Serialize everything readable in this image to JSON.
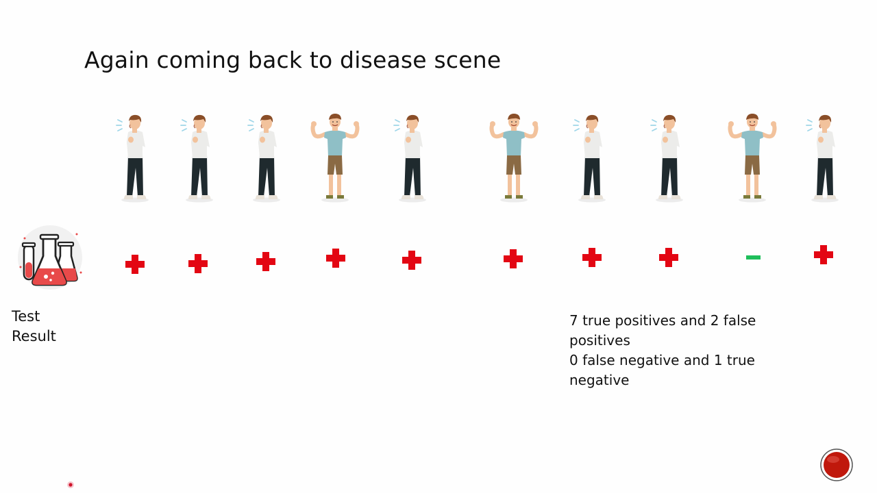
{
  "slide": {
    "title": "Again coming back to disease scene",
    "test_label_line1": "Test",
    "test_label_line2": "Result",
    "summary_line1": "7 true positives and 2 false positives",
    "summary_line2": "0 false negative and 1 true negative"
  },
  "people": [
    {
      "state": "sick",
      "result": "positive"
    },
    {
      "state": "sick",
      "result": "positive"
    },
    {
      "state": "sick",
      "result": "positive"
    },
    {
      "state": "healthy",
      "result": "positive"
    },
    {
      "state": "sick",
      "result": "positive"
    },
    {
      "state": "healthy",
      "result": "positive"
    },
    {
      "state": "sick",
      "result": "positive"
    },
    {
      "state": "sick",
      "result": "positive"
    },
    {
      "state": "healthy",
      "result": "negative"
    },
    {
      "state": "sick",
      "result": "positive"
    }
  ],
  "colors": {
    "positive": "#e30613",
    "negative": "#1fbe5b",
    "flask_liquid": "#e84a4a",
    "nav_button": "#c0180c"
  },
  "icons": {
    "flask": "lab-flasks-icon",
    "nav": "next-slide-button"
  }
}
